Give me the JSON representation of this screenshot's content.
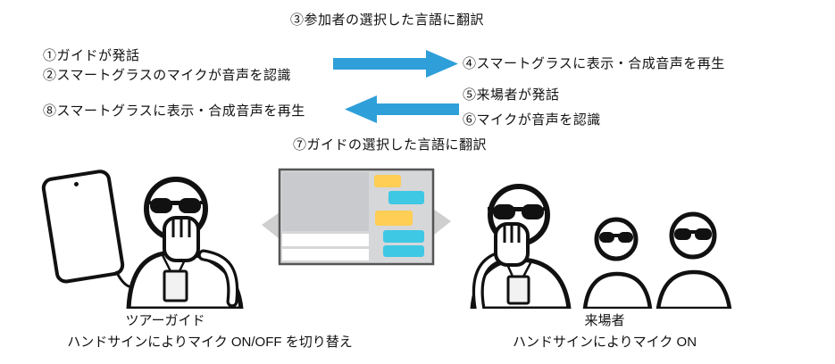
{
  "flow": {
    "top_label": "③参加者の選択した言語に翻訳",
    "left_top_line1": "①ガイドが発話",
    "left_top_line2": "②スマートグラスのマイクが音声を認識",
    "right_top": "④スマートグラスに表示・合成音声を再生",
    "right_mid_line1": "⑤来場者が発話",
    "right_mid_line2": "⑥マイクが音声を認識",
    "left_mid": "⑧スマートグラスに表示・合成音声を再生",
    "bottom_label": "⑦ガイドの選択した言語に翻訳"
  },
  "figures": {
    "guide_title": "ツアーガイド",
    "guide_caption": "ハンドサインによりマイク ON/OFF を切り替え",
    "visitors_title": "来場者",
    "visitors_caption": "ハンドサインによりマイク ON"
  },
  "icons": {
    "arrow_right": "thick-right-arrow",
    "arrow_left": "thick-left-arrow",
    "guide": "person-with-sunglasses-holding-smartphone",
    "display": "smart-glasses-chat-display",
    "visitors": "three-people-with-sunglasses"
  },
  "colors": {
    "arrow_blue": "#2F9FD9",
    "bubble_yellow": "#FFCE54",
    "bubble_cyan": "#3EC8E4",
    "screen_gray": "#D6D7D9",
    "screen_panel_gray": "#C8CACD",
    "pointer_gray": "#CFCFCF",
    "outline": "#111111"
  }
}
